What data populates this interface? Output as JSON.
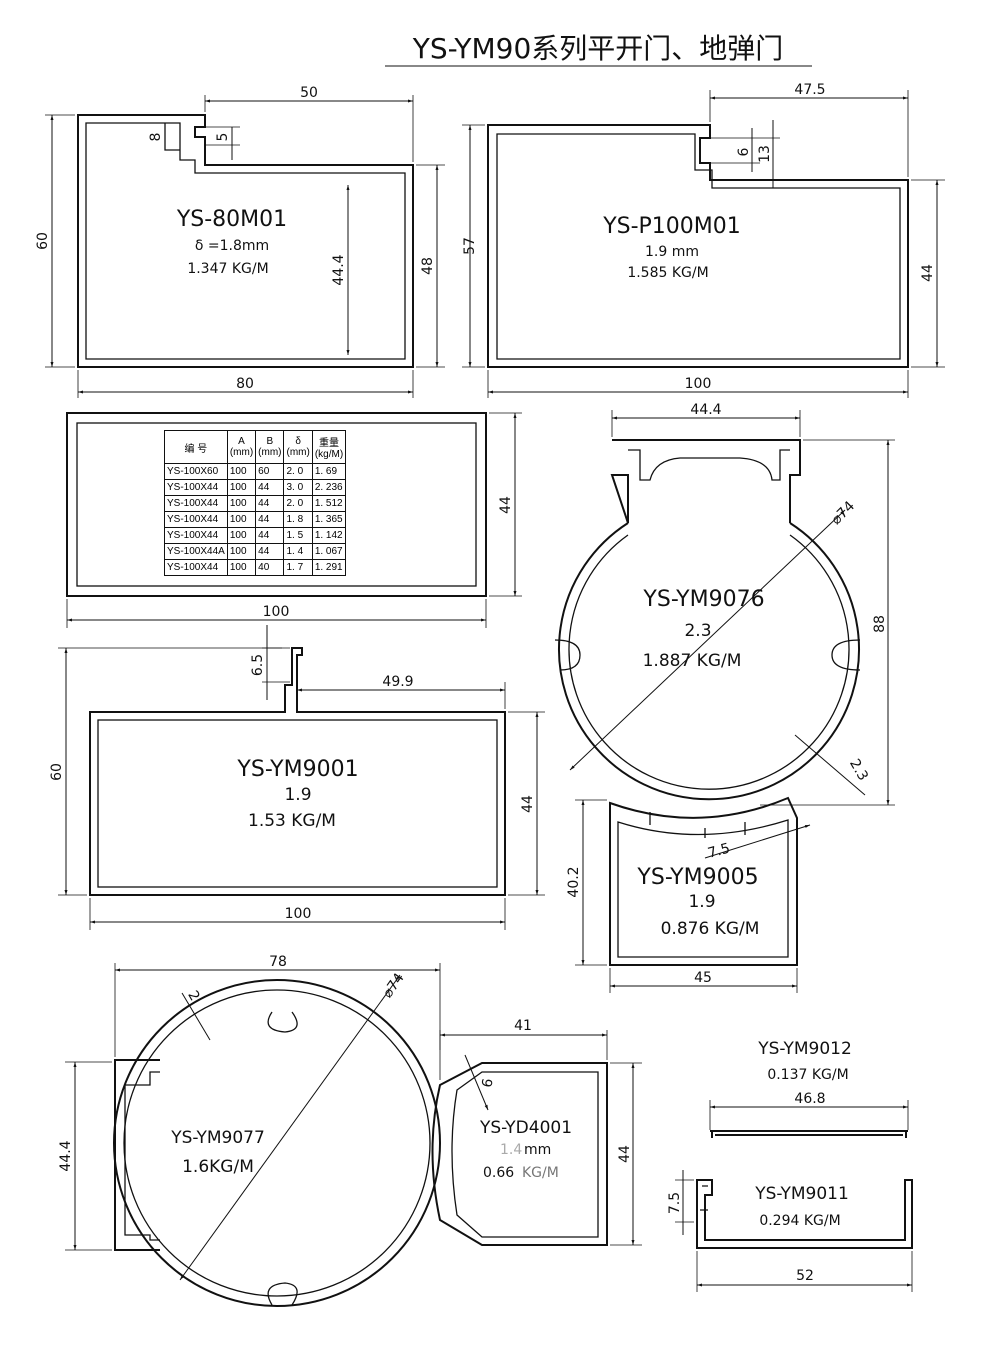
{
  "title": "YS-YM90系列平开门、地弹门",
  "profiles": {
    "p80m01": {
      "name": "YS-80M01",
      "thickness": "δ =1.8mm",
      "weight": "1.347 KG/M",
      "dims": {
        "top": "50",
        "height": "60",
        "notch1": "8",
        "notch2": "5",
        "inner": "44.4",
        "right": "48",
        "width": "80"
      }
    },
    "p100m01": {
      "name": "YS-P100M01",
      "thickness": "1.9 mm",
      "weight": "1.585 KG/M",
      "dims": {
        "top": "47.5",
        "height": "57",
        "notch1": "6",
        "notch2": "13",
        "right": "44",
        "width": "100"
      }
    },
    "rect100": {
      "dims": {
        "height": "44",
        "width": "100"
      }
    },
    "ym9076": {
      "name": "YS-YM9076",
      "thickness": "2.3",
      "weight": "1.887 KG/M",
      "dims": {
        "top": "44.4",
        "diameter": "⌀74",
        "height": "88",
        "wall": "2.3"
      }
    },
    "ym9001": {
      "name": "YS-YM9001",
      "thickness": "1.9",
      "weight": "1.53 KG/M",
      "dims": {
        "stem": "6.5",
        "top": "49.9",
        "height": "60",
        "right": "44",
        "width": "100"
      }
    },
    "ym9005": {
      "name": "YS-YM9005",
      "thickness": "1.9",
      "weight": "0.876 KG/M",
      "dims": {
        "slot": "7.5",
        "height": "40.2",
        "width": "45"
      }
    },
    "ym9077": {
      "name": "YS-YM9077",
      "weight": "1.6KG/M",
      "dims": {
        "top": "78",
        "wall": "2",
        "diameter": "⌀74",
        "height": "44.4"
      }
    },
    "yd4001": {
      "name": "YS-YD4001",
      "thickness_value": "1.4",
      "thickness_unit": " mm",
      "weight_value": "0.66",
      "weight_unit": " KG/M",
      "dims": {
        "top": "41",
        "slot": "9",
        "height": "44"
      }
    },
    "ym9012": {
      "name": "YS-YM9012",
      "weight": "0.137 KG/M",
      "dims": {
        "width": "46.8"
      }
    },
    "ym9011": {
      "name": "YS-YM9011",
      "weight": "0.294 KG/M",
      "dims": {
        "height": "7.5",
        "width": "52"
      }
    }
  },
  "spec_table": {
    "headers": [
      {
        "l1": "编 号",
        "l2": ""
      },
      {
        "l1": "A",
        "l2": "(mm)"
      },
      {
        "l1": "B",
        "l2": "(mm)"
      },
      {
        "l1": "δ",
        "l2": "(mm)"
      },
      {
        "l1": "重量",
        "l2": "(kg/M)"
      }
    ],
    "rows": [
      [
        "YS-100X60",
        "100",
        "60",
        "2. 0",
        "1. 69"
      ],
      [
        "YS-100X44",
        "100",
        "44",
        "3. 0",
        "2. 236"
      ],
      [
        "YS-100X44",
        "100",
        "44",
        "2. 0",
        "1. 512"
      ],
      [
        "YS-100X44",
        "100",
        "44",
        "1. 8",
        "1. 365"
      ],
      [
        "YS-100X44",
        "100",
        "44",
        "1. 5",
        "1. 142"
      ],
      [
        "YS-100X44A",
        "100",
        "44",
        "1. 4",
        "1. 067"
      ],
      [
        "YS-100X44",
        "100",
        "40",
        "1. 7",
        "1. 291"
      ]
    ]
  }
}
